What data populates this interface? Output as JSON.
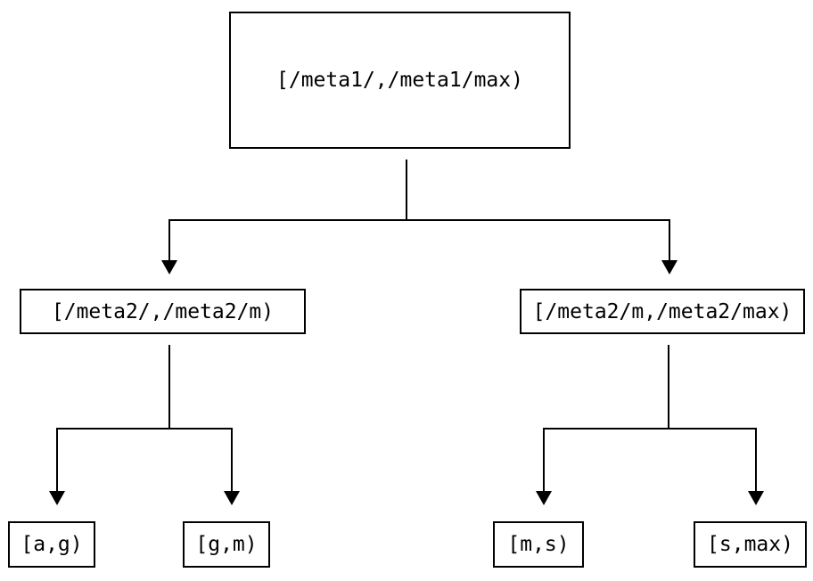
{
  "diagram": {
    "type": "binary-interval-partition-tree",
    "colors": {
      "background": "#ffffff",
      "node_border": "#000000",
      "node_fill": "#ffffff",
      "edge_line": "#000000",
      "text": "#000000"
    },
    "nodes": {
      "root": {
        "id": "root",
        "label": "[/meta1/,/meta1/max)"
      },
      "left": {
        "id": "left",
        "label": "[/meta2/,/meta2/m)"
      },
      "right": {
        "id": "right",
        "label": "[/meta2/m,/meta2/max)"
      },
      "leaf_ag": {
        "id": "leaf_ag",
        "label": "[a,g)"
      },
      "leaf_gm": {
        "id": "leaf_gm",
        "label": "[g,m)"
      },
      "leaf_ms": {
        "id": "leaf_ms",
        "label": "[m,s)"
      },
      "leaf_smax": {
        "id": "leaf_smax",
        "label": "[s,max)"
      }
    },
    "edges": [
      {
        "from": "root",
        "to": "left",
        "arrow": "filled-triangle-down"
      },
      {
        "from": "root",
        "to": "right",
        "arrow": "filled-triangle-down"
      },
      {
        "from": "left",
        "to": "leaf_ag",
        "arrow": "filled-triangle-down"
      },
      {
        "from": "left",
        "to": "leaf_gm",
        "arrow": "filled-triangle-down"
      },
      {
        "from": "right",
        "to": "leaf_ms",
        "arrow": "filled-triangle-down"
      },
      {
        "from": "right",
        "to": "leaf_smax",
        "arrow": "filled-triangle-down"
      }
    ]
  }
}
